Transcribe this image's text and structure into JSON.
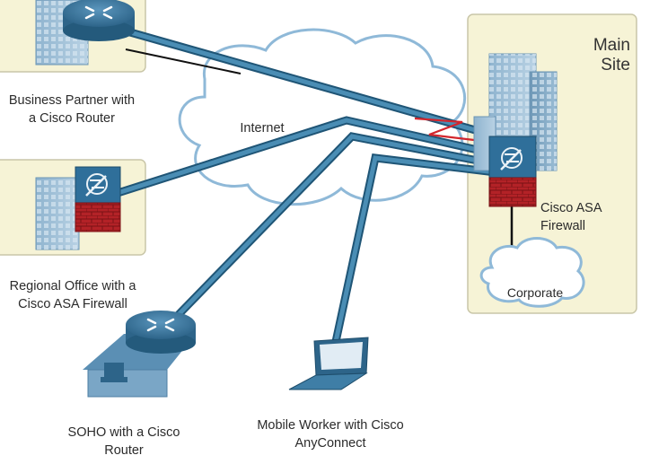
{
  "internet": {
    "label": "Internet"
  },
  "main_site": {
    "title_line1": "Main",
    "title_line2": "Site",
    "firewall_line1": "Cisco ASA",
    "firewall_line2": "Firewall",
    "corporate": "Corporate"
  },
  "business_partner": {
    "line1": "Business Partner with",
    "line2": "a Cisco Router"
  },
  "regional_office": {
    "line1": "Regional Office with a",
    "line2": "Cisco ASA Firewall"
  },
  "soho": {
    "line1": "SOHO with a Cisco",
    "line2": "Router"
  },
  "mobile_worker": {
    "line1": "Mobile Worker with Cisco",
    "line2": "AnyConnect"
  },
  "colors": {
    "panel_fill": "#f6f3d6",
    "link_blue": "#2f6f93",
    "device_blue": "#3f7ea6",
    "brick_red": "#b32227",
    "vpn_red": "#d2262d"
  }
}
